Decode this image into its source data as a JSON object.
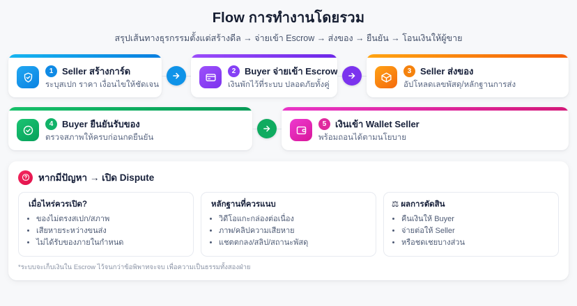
{
  "header": {
    "title_strong": "Flow",
    "title_rest": " การทำงานโดยรวม",
    "subtitle": "สรุปเส้นทางธุรกรรมตั้งแต่สร้างดีล → จ่ายเข้า Escrow → ส่งของ → ยืนยัน → โอนเงินให้ผู้ขาย"
  },
  "steps": [
    {
      "number": "1",
      "title": "Seller สร้างการ์ด",
      "desc": "ระบุสเปก ราคา เงื่อนไขให้ชัดเจน",
      "icon": "shield-check-icon",
      "accent": "#0f8ae5"
    },
    {
      "number": "2",
      "title": "Buyer จ่ายเข้า Escrow",
      "desc": "เงินพักไว้ที่ระบบ ปลอดภัยทั้งคู่",
      "icon": "credit-card-icon",
      "accent": "#8540f5"
    },
    {
      "number": "3",
      "title": "Seller ส่งของ",
      "desc": "อัปโหลดเลขพัสดุ/หลักฐานการส่ง",
      "icon": "package-box-icon",
      "accent": "#f5820d"
    },
    {
      "number": "4",
      "title": "Buyer ยืนยันรับของ",
      "desc": "ตรวจสภาพให้ครบก่อนกดยืนยัน",
      "icon": "check-circle-icon",
      "accent": "#11b268"
    },
    {
      "number": "5",
      "title": "เงินเข้า Wallet Seller",
      "desc": "พร้อมถอนได้ตามนโยบาย",
      "icon": "wallet-icon",
      "accent": "#e02a9e"
    }
  ],
  "connectors": [
    {
      "name": "arrow-step-1-to-2",
      "icon": "arrow-right-icon",
      "color": "#0f93e8"
    },
    {
      "name": "arrow-step-2-to-3",
      "icon": "arrow-right-icon",
      "color": "#7b33ee"
    },
    {
      "name": "arrow-step-4-to-5",
      "icon": "arrow-right-icon",
      "color": "#0fab60"
    }
  ],
  "dispute": {
    "icon": "question-circle-icon",
    "accent": "#e0114b",
    "title": "หากมีปัญหา → เปิด Dispute",
    "columns": [
      {
        "heading": "เมื่อไหร่ควรเปิด?",
        "emoji": "",
        "items": [
          "ของไม่ตรงสเปก/สภาพ",
          "เสียหายระหว่างขนส่ง",
          "ไม่ได้รับของภายในกำหนด"
        ]
      },
      {
        "heading": "หลักฐานที่ควรแนบ",
        "emoji": "",
        "items": [
          "วิดีโอแกะกล่องต่อเนื่อง",
          "ภาพ/คลิปความเสียหาย",
          "แชตตกลง/สลิป/สถานะพัสดุ"
        ]
      },
      {
        "heading": "ผลการตัดสิน",
        "emoji": "⚖",
        "items": [
          "คืนเงินให้ Buyer",
          "จ่ายต่อให้ Seller",
          "หรือชดเชยบางส่วน"
        ]
      }
    ],
    "note": "*ระบบจะเก็บเงินใน Escrow ไว้จนกว่าข้อพิพาทจะจบ เพื่อความเป็นธรรมทั้งสองฝ่าย"
  }
}
